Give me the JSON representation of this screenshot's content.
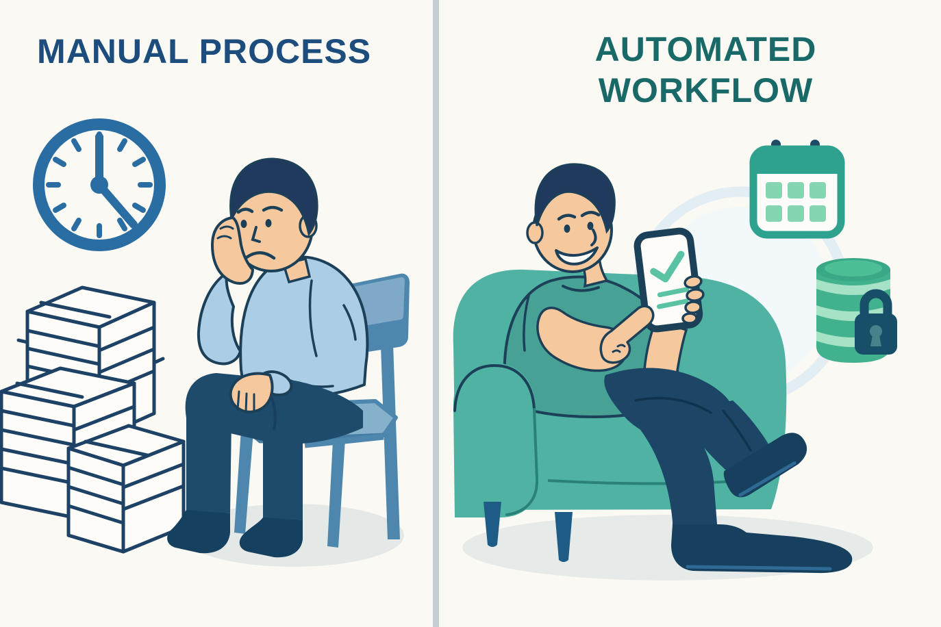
{
  "left_panel": {
    "title": "MANUAL PROCESS",
    "title_color": "#1d4d7c",
    "scene": "stressed man sitting on a chair, head resting on hand, next to a wall clock and tall stacks of paper",
    "icons": [
      "clock-icon",
      "paper-stack-icon"
    ]
  },
  "right_panel": {
    "title_line1": "AUTOMATED",
    "title_line2": "WORKFLOW",
    "title_color": "#186968",
    "scene": "relaxed man in an armchair holding a smartphone showing a green checkmark, with calendar and secured database icons",
    "icons": [
      "calendar-icon",
      "database-icon",
      "lock-icon",
      "checkmark-icon",
      "smartphone-icon"
    ]
  },
  "colors": {
    "background": "#faf9f3",
    "divider": "#c6ced5",
    "navy_outline": "#1d4059",
    "clock_blue": "#2a6da3",
    "paper_line_blue": "#1e4265",
    "chair_blue": "#4d87ae",
    "chair_seat_blue": "#85b2ca",
    "sweater_blue": "#abcde6",
    "pants_navy": "#1e4a6b",
    "shoe_navy": "#16405f",
    "skin": "#f6c89d",
    "hair_navy": "#1f3a5c",
    "armchair_teal": "#4fb2a2",
    "shirt_teal": "#47a295",
    "accent_green": "#59c3a3",
    "calendar_teal": "#2fa18f",
    "calendar_square_green": "#85d5b3",
    "database_green": "#41b18e",
    "database_band_green": "#a6e2c5",
    "lock_dark_teal": "#174f68",
    "shadow_gray": "#e5eae8"
  }
}
